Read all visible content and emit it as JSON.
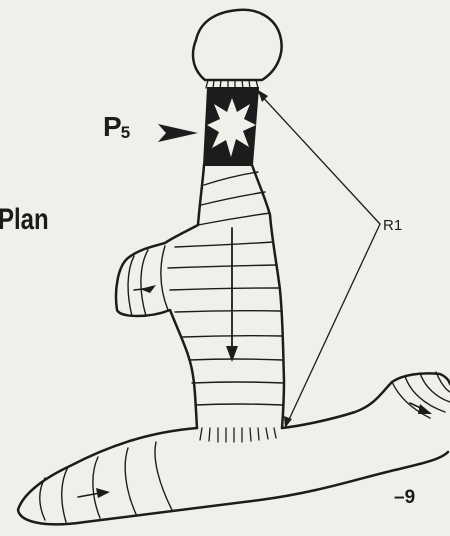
{
  "labels": {
    "p5": "P",
    "p5_sub": "5",
    "plan": "Plan",
    "r1": "R1",
    "figure_number": "–9"
  },
  "colors": {
    "paper": "#f1efe9",
    "ink": "#1c1c1c"
  },
  "icons": {
    "pointer": "triangle-pointer-icon",
    "flow": "arrow-icon",
    "star": "star-burst-icon"
  }
}
